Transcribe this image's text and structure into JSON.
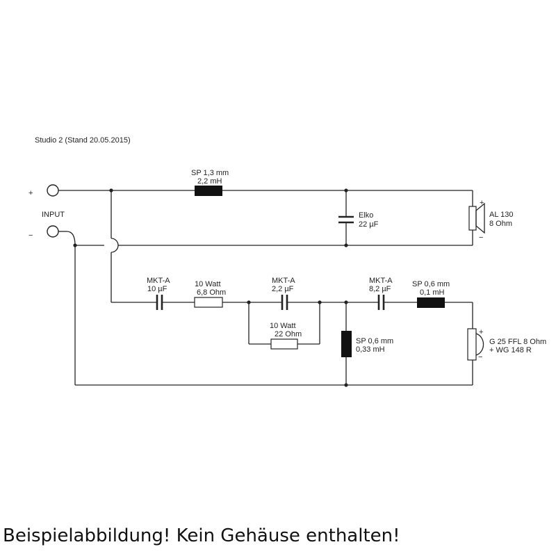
{
  "title": "Studio 2 (Stand 20.05.2015)",
  "input": {
    "label": "INPUT",
    "plus": "+",
    "minus": "−"
  },
  "components": {
    "sp_top": {
      "line1": "SP 1,3 mm",
      "line2": "2,2 mH"
    },
    "elko": {
      "line1": "Elko",
      "line2": "22 µF"
    },
    "woofer": {
      "line1": "AL 130",
      "line2": "8 Ohm",
      "plus": "+",
      "minus": "−"
    },
    "mkt1": {
      "line1": "MKT-A",
      "line2": "10 µF"
    },
    "res1": {
      "line1": "10 Watt",
      "line2": "6,8 Ohm"
    },
    "mkt2": {
      "line1": "MKT-A",
      "line2": "2,2 µF"
    },
    "res2": {
      "line1": "10 Watt",
      "line2": "22 Ohm"
    },
    "sp_shunt": {
      "line1": "SP 0,6 mm",
      "line2": "0,33 mH"
    },
    "mkt3": {
      "line1": "MKT-A",
      "line2": "8,2 µF"
    },
    "sp_series": {
      "line1": "SP 0,6 mm",
      "line2": "0,1 mH"
    },
    "tweeter": {
      "line1": "G 25 FFL 8 Ohm",
      "line2": "+ WG 148 R",
      "plus": "+",
      "minus": "−"
    }
  },
  "caption": "Beispielabbildung! Kein Gehäuse enthalten!"
}
